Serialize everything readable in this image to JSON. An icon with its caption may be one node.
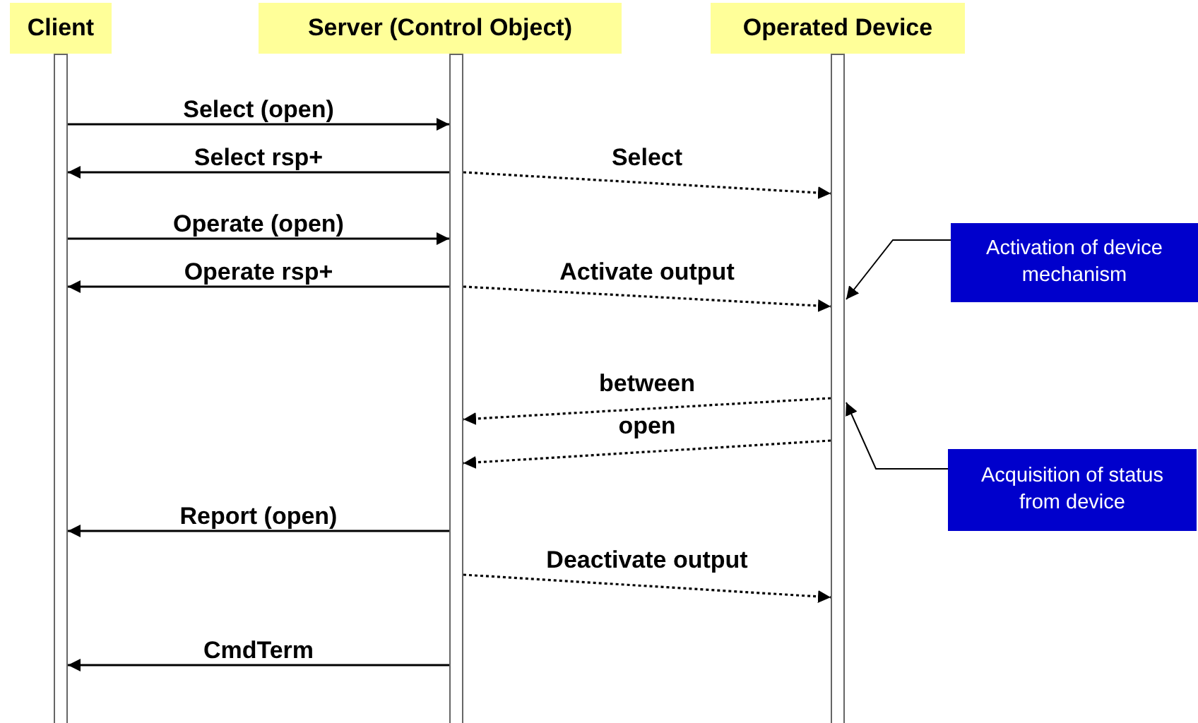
{
  "diagram": {
    "nodes": [
      {
        "text": [
          "Client"
        ]
      },
      {
        "text": [
          "Server (Control Object)"
        ]
      },
      {
        "text": [
          "Operated Device"
        ]
      },
      {
        "text": [],
        "shape": "bar"
      },
      {
        "text": [],
        "shape": "bar"
      },
      {
        "text": [],
        "shape": "bar"
      },
      {
        "text": [
          "Activation of device mechanism"
        ]
      },
      {
        "text": [
          "Acquisition of status from device"
        ]
      }
    ],
    "edges": [
      {
        "from": 3,
        "to": 4,
        "arrow": "to",
        "label": "Select (open)"
      },
      {
        "from": 4,
        "to": 3,
        "arrow": "to",
        "label": "Select rsp+"
      },
      {
        "from": 4,
        "to": 5,
        "arrow": "to",
        "label": "Select",
        "style": "dashed"
      },
      {
        "from": 3,
        "to": 4,
        "arrow": "to",
        "label": "Operate (open)"
      },
      {
        "from": 4,
        "to": 3,
        "arrow": "to",
        "label": "Operate rsp+"
      },
      {
        "from": 4,
        "to": 5,
        "arrow": "to",
        "label": "Activate output",
        "style": "dashed"
      },
      {
        "from": 5,
        "to": 4,
        "arrow": "to",
        "label": "between",
        "style": "dashed"
      },
      {
        "from": 5,
        "to": 4,
        "arrow": "to",
        "label": "open",
        "style": "dashed"
      },
      {
        "from": 4,
        "to": 3,
        "arrow": "to",
        "label": "Report (open)"
      },
      {
        "from": 4,
        "to": 5,
        "arrow": "to",
        "label": "Deactivate output",
        "style": "dashed"
      },
      {
        "from": 4,
        "to": 3,
        "arrow": "to",
        "label": "CmdTerm"
      },
      {
        "from": 6,
        "to": 5,
        "arrow": "to"
      },
      {
        "from": 7,
        "to": 5,
        "arrow": "to"
      }
    ]
  }
}
